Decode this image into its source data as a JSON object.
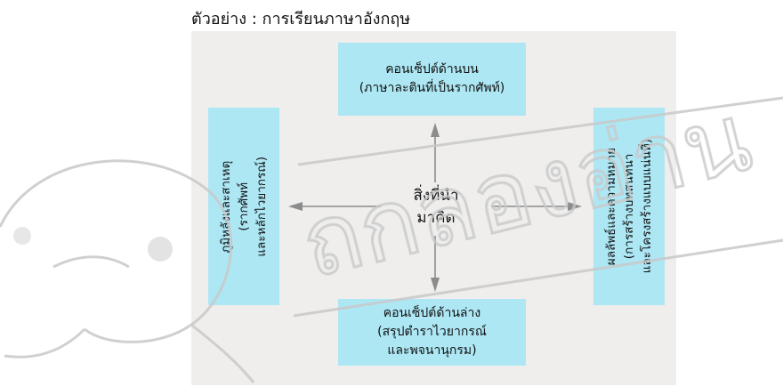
{
  "title": "ตัวอย่าง : การเรียนภาษาอังกฤษ",
  "center": {
    "line1": "สิ่งที่นำ",
    "line2": "มาคิด"
  },
  "top_box": {
    "line1": "คอนเซ็ปต์ด้านบน",
    "line2": "(ภาษาละตินที่เป็นรากศัพท์)"
  },
  "bottom_box": {
    "line1": "คอนเซ็ปต์ด้านล่าง",
    "line2": "(สรุปตำราไวยากรณ์",
    "line3": "และพจนานุกรม)"
  },
  "left_box": {
    "line1": "ภูมิหลังและสาเหตุ",
    "line2": "(รากศัพท์",
    "line3": "และหลักไวยากรณ์)"
  },
  "right_box": {
    "line1": "ผลลัพธ์และความหมาย",
    "line2": "(การสร้างบทสนทนา",
    "line3": "และโครงสร้างแบบแน่นที่)"
  },
  "watermark": "ถกลองอ่าน",
  "colors": {
    "box_fill": "#ade7f4",
    "panel_fill": "#efeeed",
    "arrow": "#8c8c8c",
    "watermark": "#c8c8c8"
  }
}
